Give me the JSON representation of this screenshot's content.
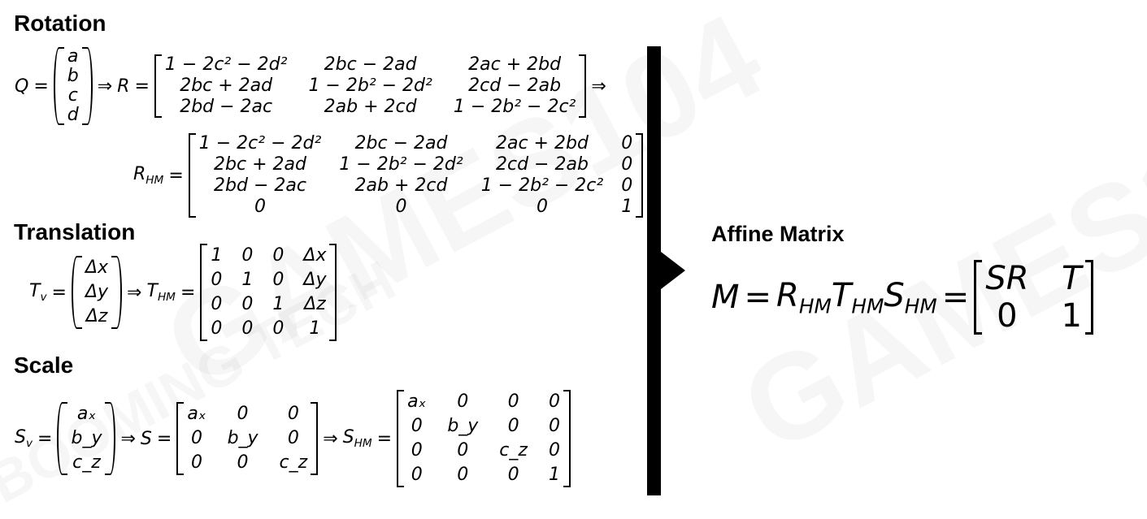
{
  "sections": {
    "rotation": "Rotation",
    "translation": "Translation",
    "scale": "Scale",
    "affine": "Affine Matrix"
  },
  "rotation": {
    "q_label": "Q",
    "q_vector": [
      "a",
      "b",
      "c",
      "d"
    ],
    "r_label": "R",
    "r_matrix": [
      [
        "1 − 2c² − 2d²",
        "2bc − 2ad",
        "2ac + 2bd"
      ],
      [
        "2bc + 2ad",
        "1 − 2b² − 2d²",
        "2cd − 2ab"
      ],
      [
        "2bd − 2ac",
        "2ab + 2cd",
        "1 − 2b² − 2c²"
      ]
    ],
    "rhm_label": "R",
    "rhm_sub": "HM",
    "rhm_matrix": [
      [
        "1 − 2c² − 2d²",
        "2bc − 2ad",
        "2ac + 2bd",
        "0"
      ],
      [
        "2bc + 2ad",
        "1 − 2b² − 2d²",
        "2cd − 2ab",
        "0"
      ],
      [
        "2bd − 2ac",
        "2ab + 2cd",
        "1 − 2b² − 2c²",
        "0"
      ],
      [
        "0",
        "0",
        "0",
        "1"
      ]
    ]
  },
  "translation": {
    "tv_label": "T",
    "tv_sub": "v",
    "tv_vector": [
      "Δx",
      "Δy",
      "Δz"
    ],
    "thm_label": "T",
    "thm_sub": "HM",
    "thm_matrix": [
      [
        "1",
        "0",
        "0",
        "Δx"
      ],
      [
        "0",
        "1",
        "0",
        "Δy"
      ],
      [
        "0",
        "0",
        "1",
        "Δz"
      ],
      [
        "0",
        "0",
        "0",
        "1"
      ]
    ]
  },
  "scale": {
    "sv_label": "S",
    "sv_sub": "v",
    "sv_vector": [
      "aₓ",
      "b_y",
      "c_z"
    ],
    "s_label": "S",
    "s_matrix": [
      [
        "aₓ",
        "0",
        "0"
      ],
      [
        "0",
        "b_y",
        "0"
      ],
      [
        "0",
        "0",
        "c_z"
      ]
    ],
    "shm_label": "S",
    "shm_sub": "HM",
    "shm_matrix": [
      [
        "aₓ",
        "0",
        "0",
        "0"
      ],
      [
        "0",
        "b_y",
        "0",
        "0"
      ],
      [
        "0",
        "0",
        "c_z",
        "0"
      ],
      [
        "0",
        "0",
        "0",
        "1"
      ]
    ]
  },
  "affine": {
    "m_label": "M",
    "product": [
      {
        "base": "R",
        "sub": "HM"
      },
      {
        "base": "T",
        "sub": "HM"
      },
      {
        "base": "S",
        "sub": "HM"
      }
    ],
    "m_matrix": [
      [
        "SR",
        "T"
      ],
      [
        "0",
        "1"
      ]
    ]
  },
  "symbols": {
    "equals": "=",
    "implies": "⇒"
  },
  "watermarks": [
    "GAMES104",
    "BOOMING TECH"
  ]
}
